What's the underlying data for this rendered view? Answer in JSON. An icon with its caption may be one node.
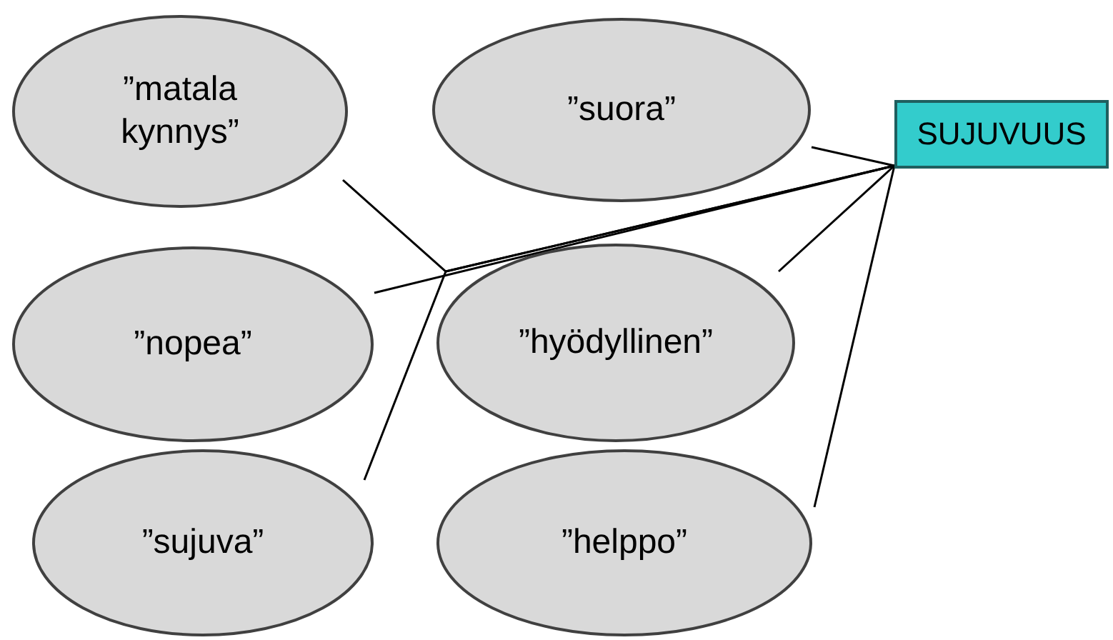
{
  "diagram": {
    "nodes": [
      {
        "text": [
          "”matala kynnys”"
        ]
      },
      {
        "text": [
          "”suora”"
        ]
      },
      {
        "text": [
          "”nopea”"
        ]
      },
      {
        "text": [
          "”hyödyllinen”"
        ]
      },
      {
        "text": [
          "”sujuva”"
        ]
      },
      {
        "text": [
          "”helppo”"
        ]
      },
      {
        "text": [
          "SUJUVUUS"
        ]
      }
    ],
    "edges": [
      {
        "from": 0,
        "to": 6,
        "arrow": "none"
      },
      {
        "from": 1,
        "to": 6,
        "arrow": "none"
      },
      {
        "from": 2,
        "to": 6,
        "arrow": "none"
      },
      {
        "from": 3,
        "to": 6,
        "arrow": "none"
      },
      {
        "from": 4,
        "to": 6,
        "arrow": "none"
      },
      {
        "from": 5,
        "to": 6,
        "arrow": "none"
      }
    ]
  }
}
